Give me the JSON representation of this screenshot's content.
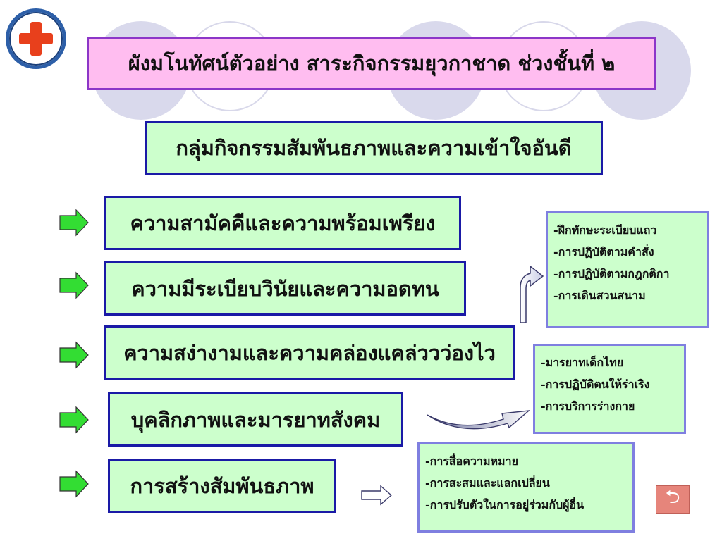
{
  "title": "ผังมโนทัศน์ตัวอย่าง สาระกิจกรรมยุวกาชาด ช่วงชั้นที่ ๒",
  "group_heading": "กลุ่มกิจกรรมสัมพันธภาพและความเข้าใจอันดี",
  "topics": [
    {
      "label": "ความสามัคคีและความพร้อมเพรียง"
    },
    {
      "label": "ความมีระเบียบวินัยและความอดทน"
    },
    {
      "label": "ความสง่างามและความคล่องแคล่ววว่องไว"
    },
    {
      "label": "บุคลิกภาพและมารยาทสังคม"
    },
    {
      "label": "การสร้างสัมพันธภาพ"
    }
  ],
  "detail_boxes": [
    {
      "items": [
        "-ฝึกทักษะระเบียบแถว",
        "-การปฏิบัติตามคำสั่ง",
        "-การปฏิบัติตามกฎกติกา",
        "-การเดินสวนสนาม"
      ]
    },
    {
      "items": [
        "-มารยาทเด็กไทย",
        "-การปฏิบัติตนให้ร่าเริง",
        "-การบริการร่างกาย"
      ]
    },
    {
      "items": [
        "-การสื่อความหมาย",
        "-การสะสมและแลกเปลี่ยน",
        "-การปรับตัวในการอยู่ร่วมกับผู้อื่น"
      ]
    }
  ],
  "colors": {
    "title_bg": "#ffbdf0",
    "title_border": "#8c36c8",
    "box_bg": "#ccffcc",
    "box_border": "#1a1aa6",
    "side_border": "#7f7fe0",
    "bullet_arrow": "#33dd33",
    "logo_cross": "#e8401c",
    "logo_ring": "#2d5fa8"
  },
  "icons": {
    "logo": "red-cross-logo",
    "back": "return-arrow-icon"
  }
}
